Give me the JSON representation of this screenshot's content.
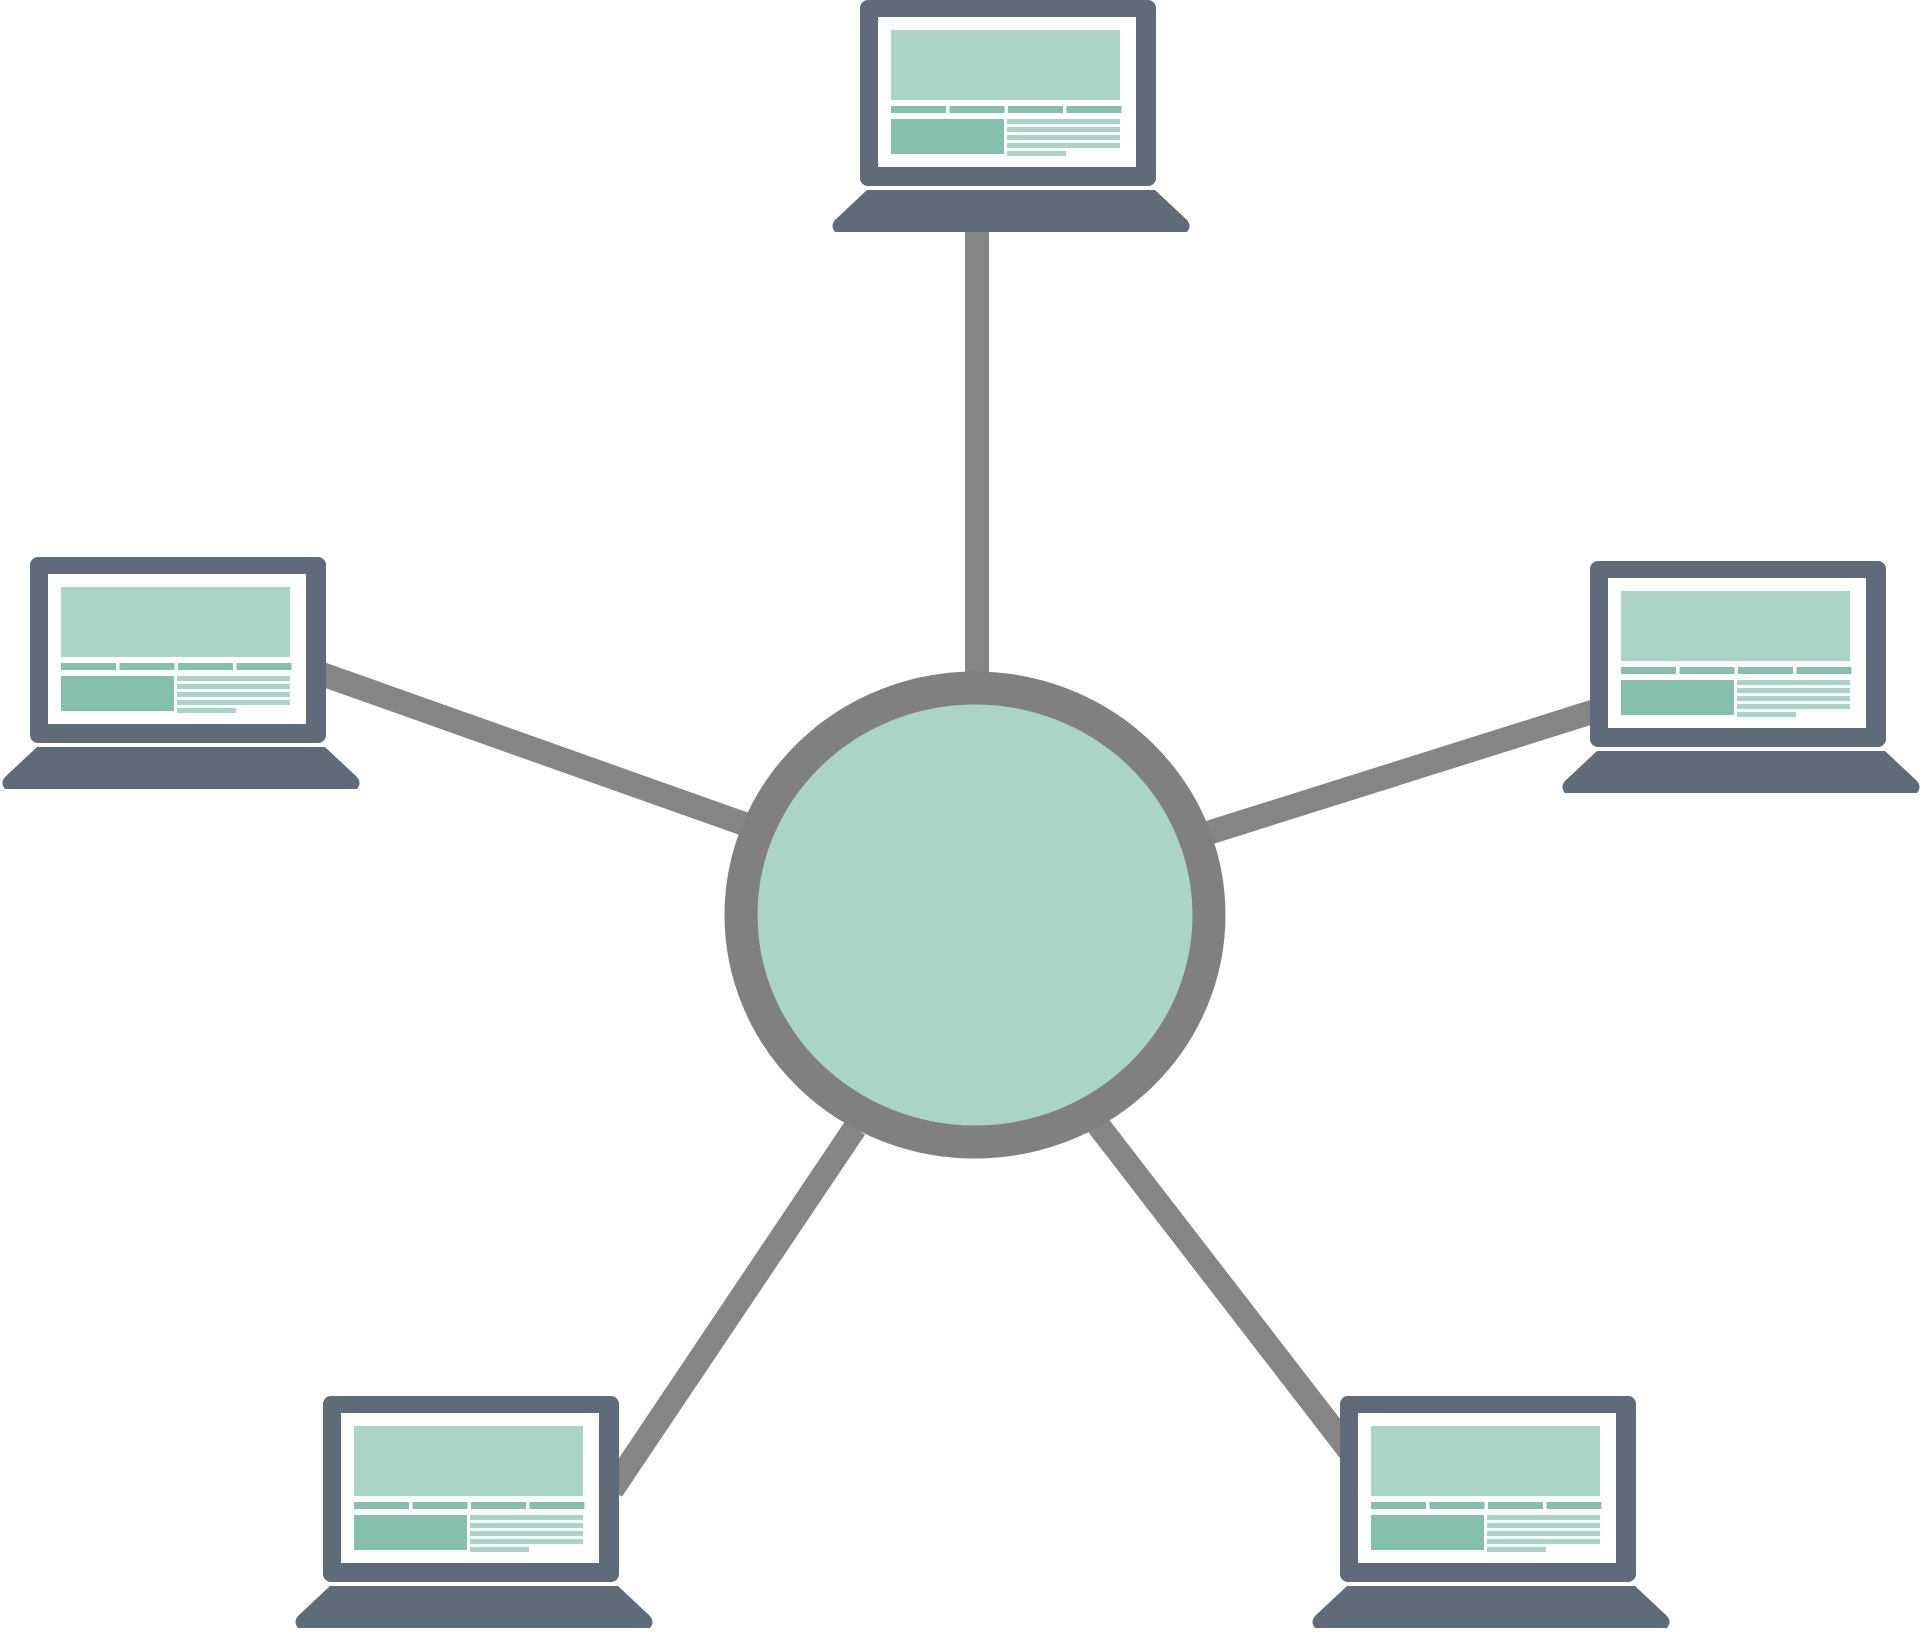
{
  "diagram": {
    "type": "star-network-topology",
    "hub": {
      "shape": "circle",
      "fill": "#abd4c9",
      "stroke": "#808080"
    },
    "links": {
      "color": "#858585"
    },
    "nodes": [
      {
        "id": "top",
        "icon": "laptop-icon"
      },
      {
        "id": "left",
        "icon": "laptop-icon"
      },
      {
        "id": "right",
        "icon": "laptop-icon"
      },
      {
        "id": "bottom-left",
        "icon": "laptop-icon"
      },
      {
        "id": "bottom-right",
        "icon": "laptop-icon"
      }
    ],
    "colors": {
      "laptop_frame": "#5f6b78",
      "screen_bg": "#ffffff",
      "content_light": "#abd4c9",
      "content_dark": "#85c0ab"
    }
  }
}
